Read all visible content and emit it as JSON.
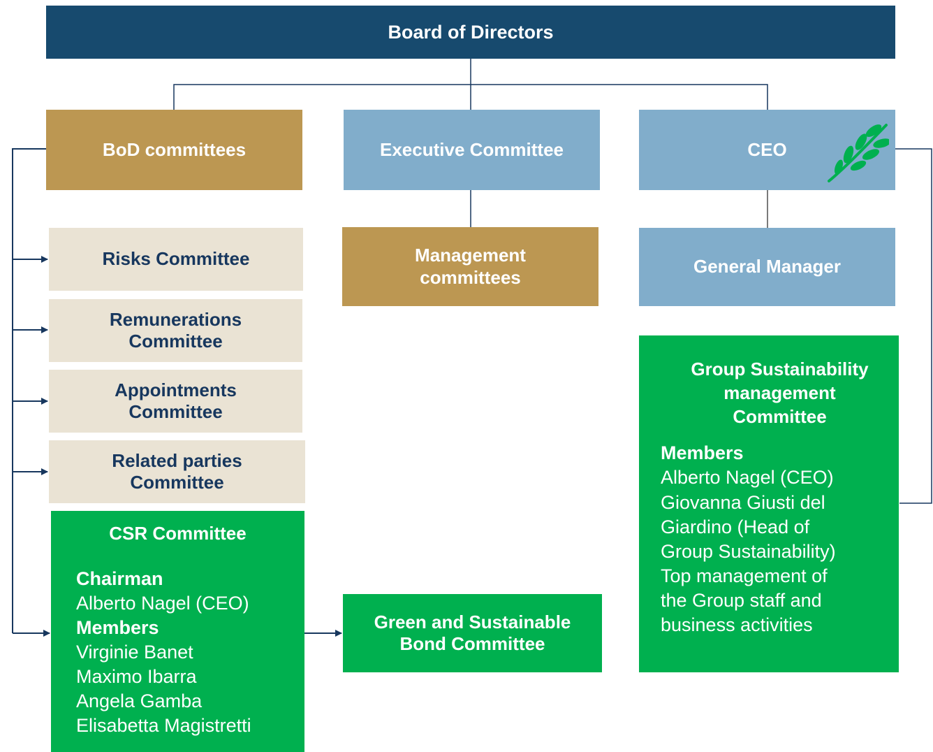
{
  "board": {
    "label": "Board of Directors"
  },
  "top_row": {
    "bod_committees": "BoD committees",
    "executive_committee": "Executive Committee",
    "ceo": "CEO"
  },
  "management_committees": {
    "line1": "Management",
    "line2": "committees"
  },
  "general_manager": "General Manager",
  "bod_subcommittees": {
    "risks": {
      "line1": "Risks Committee"
    },
    "remunerations": {
      "line1": "Remunerations",
      "line2": "Committee"
    },
    "appointments": {
      "line1": "Appointments",
      "line2": "Committee"
    },
    "related_parties": {
      "line1": "Related parties",
      "line2": "Committee"
    }
  },
  "csr_committee": {
    "title": "CSR Committee",
    "chairman_heading": "Chairman",
    "chairman": "Alberto Nagel (CEO)",
    "members_heading": "Members",
    "members": [
      "Virginie Banet",
      "Maximo Ibarra",
      "Angela Gamba",
      "Elisabetta Magistretti"
    ]
  },
  "green_bond_committee": {
    "line1": "Green and Sustainable",
    "line2": "Bond Committee"
  },
  "group_sustainability_committee": {
    "title_lines": [
      "Group Sustainability",
      "management",
      "Committee"
    ],
    "members_heading": "Members",
    "member_lines": [
      "Alberto Nagel (CEO)",
      "Giovanna Giusti del",
      "Giardino (Head of",
      "Group Sustainability)",
      "Top management of",
      "the Group staff and",
      "business activities"
    ]
  },
  "icons": {
    "ceo_icon": "green-leaf-branch-icon"
  },
  "colors": {
    "navy": "#174A6E",
    "gold": "#BC9752",
    "light_blue": "#81ADCB",
    "beige": "#EAE3D4",
    "green": "#00B04F",
    "dark_text": "#17375E"
  }
}
